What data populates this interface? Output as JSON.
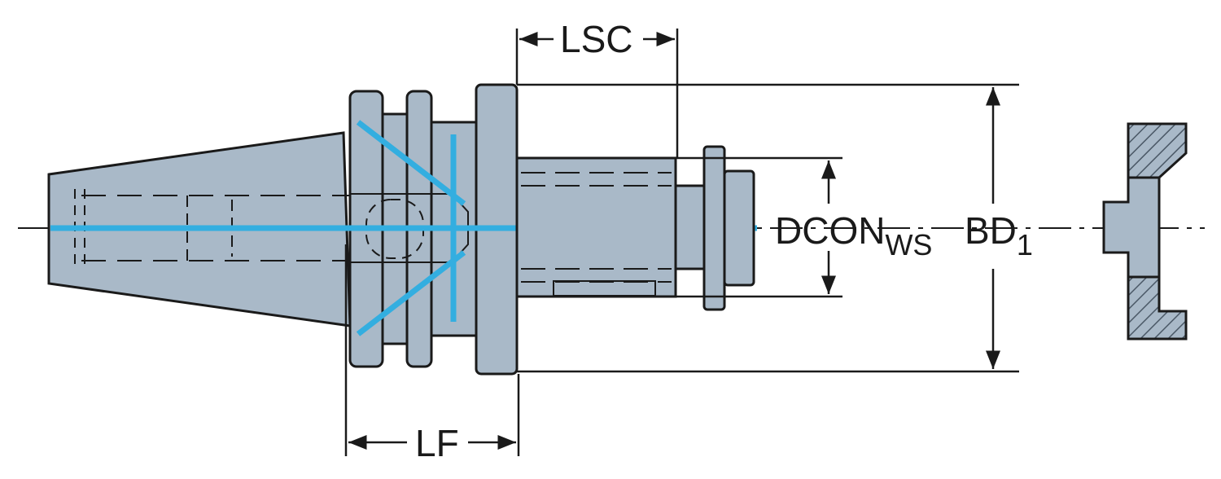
{
  "title": "Tool holder adapter drawing",
  "labels": {
    "lsc": "LSC",
    "lf": "LF",
    "dcon": "DCON",
    "dcon_sub": "WS",
    "bd": "BD",
    "bd_sub": "1"
  },
  "colors": {
    "body_fill": "#a9b9c8",
    "outline": "#1a1a1a",
    "coolant": "#33aee0",
    "hatch": "#5a6a78"
  }
}
